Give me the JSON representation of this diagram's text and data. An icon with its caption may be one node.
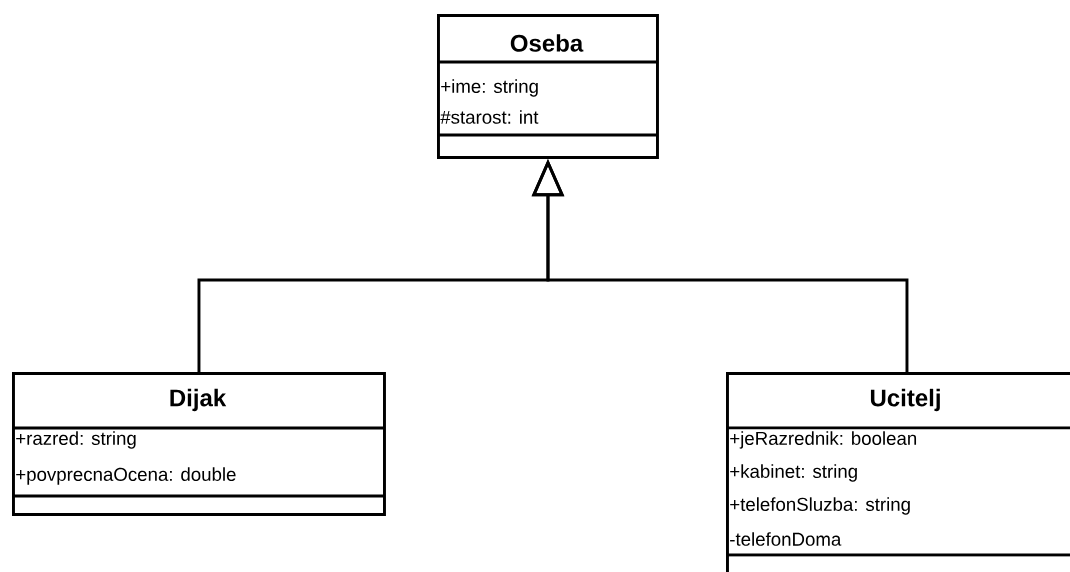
{
  "diagram": {
    "nodes": [
      {
        "text": [
          "Oseba",
          "+ime: string",
          "#starost: int"
        ]
      },
      {
        "text": [
          "Dijak",
          "+razred: string",
          "+povprecnaOcena: double"
        ]
      },
      {
        "text": [
          "Ucitelj",
          "+jeRazrednik: boolean",
          "+kabinet: string",
          "+telefonSluzba: string",
          "-telefonDoma"
        ]
      }
    ],
    "edges": [
      {
        "from": 1,
        "to": 0,
        "arrow": "to"
      },
      {
        "from": 2,
        "to": 0,
        "arrow": "to"
      }
    ]
  }
}
